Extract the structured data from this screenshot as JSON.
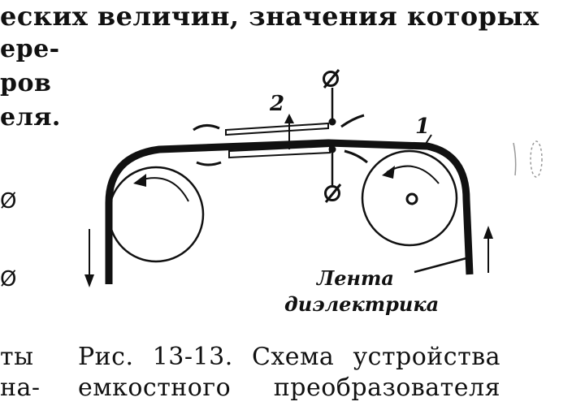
{
  "body_text": {
    "top_line": "еских величин, значения которых",
    "fragments": [
      "ере-",
      "ров",
      "еля."
    ],
    "left_edge_fragments": [
      "ты",
      "на-"
    ],
    "left_edge_glyphs": [
      "Ø",
      "Ø"
    ]
  },
  "caption": {
    "line1": [
      "Рис.",
      "13-13.",
      "Схема",
      "устройства"
    ],
    "line2": [
      "емкостного",
      "преобразователя"
    ]
  },
  "figure": {
    "labels": {
      "electrode": "2",
      "tape": "1",
      "tape_caption_line1": "Лента",
      "tape_caption_line2": "диэлектрика"
    },
    "terminal_glyph": "Ø"
  }
}
